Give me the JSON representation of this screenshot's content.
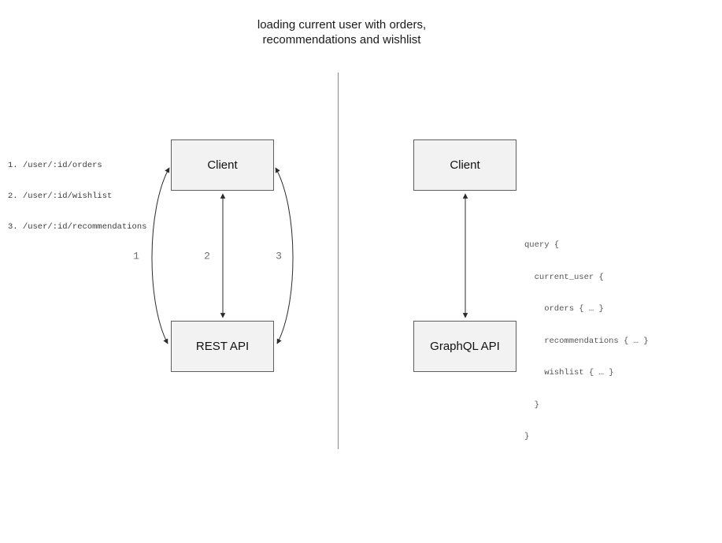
{
  "title": {
    "line1": "loading current user with orders,",
    "line2": "recommendations and wishlist"
  },
  "left": {
    "endpoints": [
      "1. /user/:id/orders",
      "2. /user/:id/wishlist",
      "3. /user/:id/recommendations"
    ],
    "client_label": "Client",
    "api_label": "REST API",
    "arrow_labels": [
      "1",
      "2",
      "3"
    ]
  },
  "right": {
    "client_label": "Client",
    "api_label": "GraphQL API",
    "query_lines": [
      "query {",
      "  current_user {",
      "    orders { … }",
      "    recommendations { … }",
      "    wishlist { … }",
      "  }",
      "}"
    ]
  },
  "colors": {
    "box_fill": "#f2f2f2",
    "box_border": "#5f5f5f",
    "arrow": "#2b2b2b",
    "divider": "#8a8a8a",
    "code_text": "#555555",
    "label_text": "#6e6e6e",
    "title_text": "#1a1a1a"
  }
}
